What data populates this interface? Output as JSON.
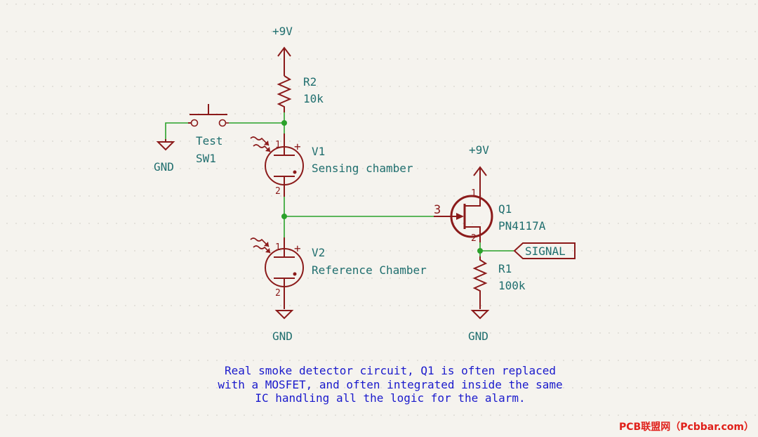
{
  "labels": {
    "r2_power": "+9V",
    "r2_ref": "R2",
    "r2_value": "10k",
    "sw1_name": "Test",
    "sw1_ref": "SW1",
    "gnd_sw": "GND",
    "v1_ref": "V1",
    "v1_value": "Sensing chamber",
    "v2_ref": "V2",
    "v2_value": "Reference Chamber",
    "gnd_v2": "GND",
    "q1_power": "+9V",
    "q1_ref": "Q1",
    "q1_value": "PN4117A",
    "q1_gate_pin": "3",
    "r1_ref": "R1",
    "r1_value": "100k",
    "gnd_r1": "GND",
    "signal": "SIGNAL"
  },
  "pins": {
    "v1_pin1": "1",
    "v1_pin2": "2",
    "v1_plus": "+",
    "v2_pin1": "1",
    "v2_pin2": "2",
    "v2_plus": "+",
    "q1_pin1": "1",
    "q1_pin2": "2"
  },
  "note": {
    "line1": "Real smoke detector circuit, Q1 is often replaced",
    "line2": "with a MOSFET, and often integrated inside the same",
    "line3": "IC handling all the logic for the alarm."
  },
  "watermark": "PCB联盟网（Pcbbar.com）",
  "colors": {
    "background": "#f5f3ee",
    "symbol": "#8b1a1a",
    "wire": "#2aa12a",
    "label": "#1f6e6e",
    "note": "#1a1acc",
    "watermark": "#e0201a"
  }
}
